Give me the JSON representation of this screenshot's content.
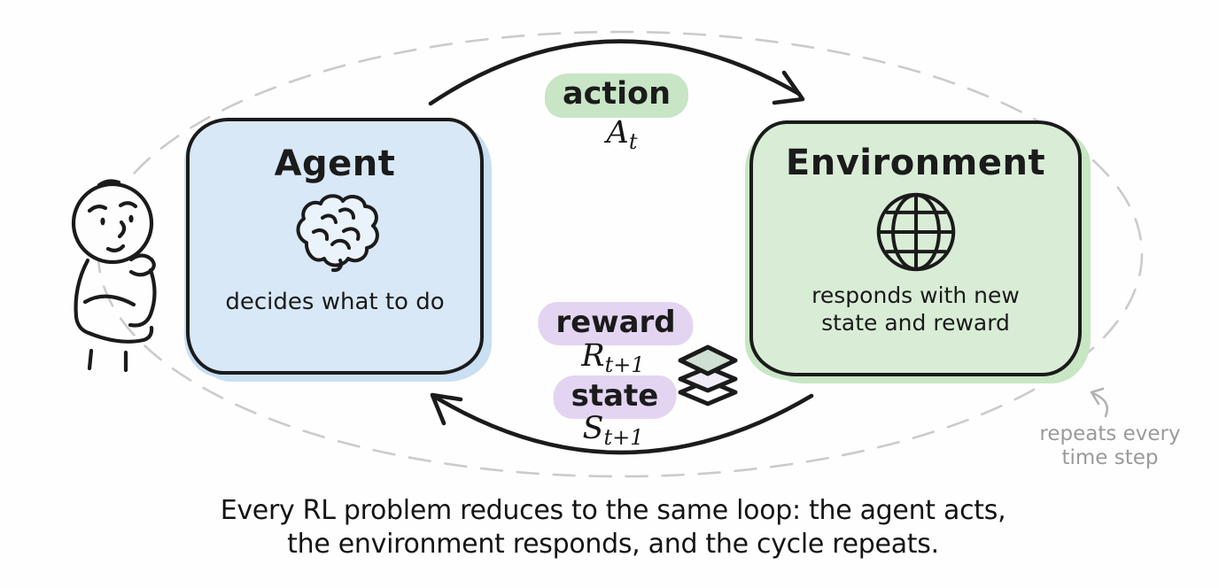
{
  "agent": {
    "title": "Agent",
    "subtitle": "decides what to do",
    "icon": "brain-icon"
  },
  "environment": {
    "title": "Environment",
    "subtitle": "responds with new state and reward",
    "icon": "globe-icon"
  },
  "labels": {
    "action": {
      "name": "action",
      "symbol": "A",
      "subscript": "t"
    },
    "reward": {
      "name": "reward",
      "symbol": "R",
      "subscript": "t+1"
    },
    "state": {
      "name": "state",
      "symbol": "S",
      "subscript": "t+1"
    }
  },
  "annotation": {
    "line1": "repeats every",
    "line2": "time step"
  },
  "caption": {
    "line1": "Every RL problem reduces to the same loop: the agent acts,",
    "line2": "the environment responds, and the cycle repeats."
  },
  "colors": {
    "ink": "#1b1b1b",
    "agent_fill": "#d8e8f6",
    "agent_glow": "#c9dff2",
    "environment_fill": "#d9edd6",
    "environment_glow": "#c8e6c4",
    "action_highlight": "#c8e5c5",
    "reward_highlight": "#e3d5f2",
    "state_highlight": "#e3d5f2",
    "loop_dash": "#cbcbcb",
    "annotation_gray": "#9a9a9a",
    "layers_top_fill": "#cfdfd2",
    "layers_mid_fill": "#f0ecf7"
  }
}
